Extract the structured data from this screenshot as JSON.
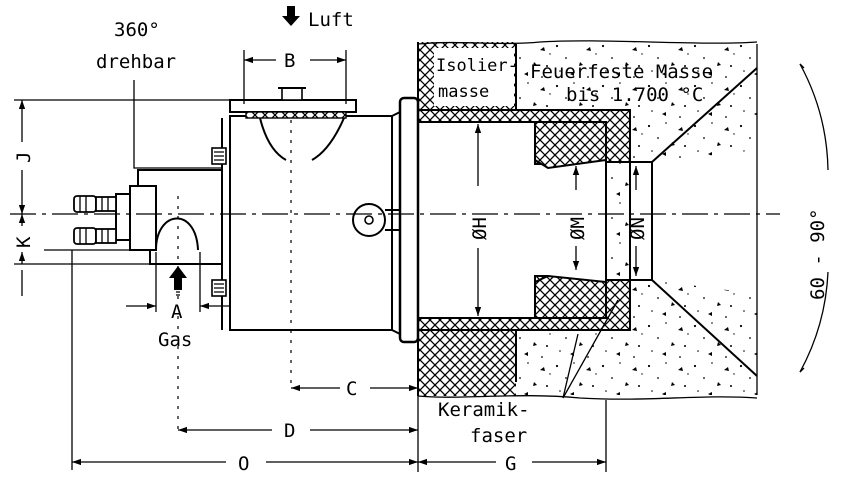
{
  "figure": {
    "labels": {
      "rotation_line1": "360°",
      "rotation_line2": "drehbar",
      "air": "Luft",
      "insulation_line1": "Isolier-",
      "insulation_line2": "masse",
      "refractory_line1": "Feuerfeste Masse",
      "refractory_line2": "bis 1.700 °C",
      "angle": "60 - 90°",
      "gas": "Gas",
      "ceramic_line1": "Keramik-",
      "ceramic_line2": "faser"
    },
    "dimensions": {
      "A": "A",
      "B": "B",
      "C": "C",
      "D": "D",
      "G": "G",
      "J": "J",
      "K": "K",
      "O": "O",
      "H": "ØH",
      "M": "ØM",
      "N": "ØN"
    }
  }
}
